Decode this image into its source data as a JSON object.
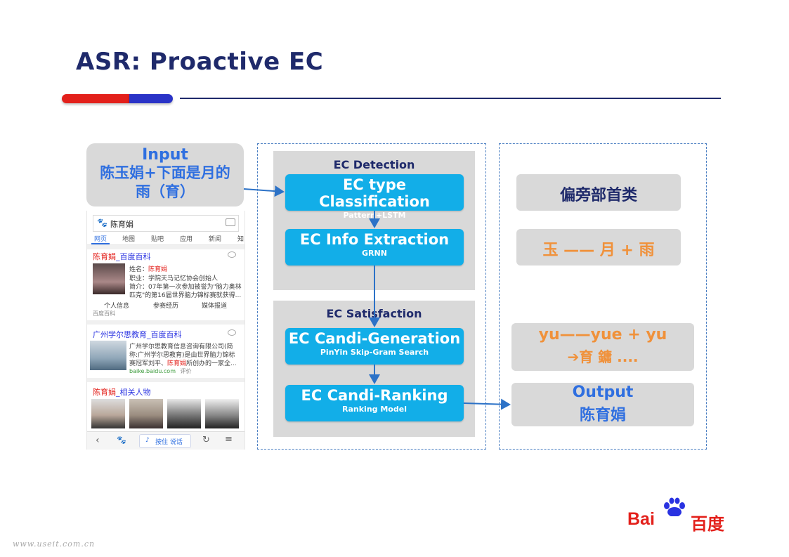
{
  "title": "ASR: Proactive EC",
  "input": {
    "label": "Input",
    "text_line1": "陈玉娟+下面是月的",
    "text_line2": "雨（育）"
  },
  "phone": {
    "search_value": "陈育娟",
    "tabs": [
      "网页",
      "地图",
      "贴吧",
      "应用",
      "新闻",
      "知"
    ],
    "result1": {
      "title_highlight": "陈育娟",
      "title_rest": "_百度百科",
      "name_label": "姓名：",
      "name_value": "陈育娟",
      "job": "职业：学院天马记忆协会创始人",
      "intro_line1": "简介：07年第一次参加被誉为\"脑力奥林",
      "intro_line2": "匹克\"的第16届世界脑力锦标赛就获得...",
      "links": [
        "个人信息",
        "参赛经历",
        "媒体报道"
      ],
      "source": "百度百科"
    },
    "result2": {
      "title": "广州学尔思教育_百度百科",
      "line1": "广州学尔思教育信息咨询有限公司(简",
      "line2": "称:广州学尔思教育)是由世界脑力锦标",
      "line3_pre": "赛冠军刘平、",
      "line3_highlight": "陈育娟",
      "line3_post": "所创办的一家全...",
      "url": "baike.baidu.com",
      "url_extra": "评价"
    },
    "result3": {
      "title_highlight": "陈育娟",
      "title_rest": "_相关人物"
    },
    "bottom_mic_label": "按住 说话"
  },
  "ec_detection": {
    "title": "EC Detection",
    "box1_title": "EC type Classification",
    "box1_sub": "Pattern+LSTM",
    "box2_title": "EC Info Extraction",
    "box2_sub": "GRNN"
  },
  "ec_satisfaction": {
    "title": "EC Satisfaction",
    "box1_title": "EC Candi-Generation",
    "box1_sub": "PinYin Skip-Gram Search",
    "box2_title": "EC Candi-Ranking",
    "box2_sub": "Ranking Model"
  },
  "right": {
    "radical": "偏旁部首类",
    "decomp": "玉 —— 月 + 雨",
    "pinyin": "yu——yue + yu",
    "candidates": "➔育 鏞 ....",
    "output_label": "Output",
    "output_value": "陈育娟"
  },
  "logo": {
    "text_bai": "Bai",
    "text_du": "du",
    "text_cn": "百度"
  },
  "watermark": "www.useit.com.cn",
  "colors": {
    "navy": "#1f2a6b",
    "cyan": "#12aee8",
    "orange": "#f0913a",
    "blue_text": "#2f6fe0",
    "red": "#e3201b",
    "baidu_blue": "#2932e1"
  }
}
